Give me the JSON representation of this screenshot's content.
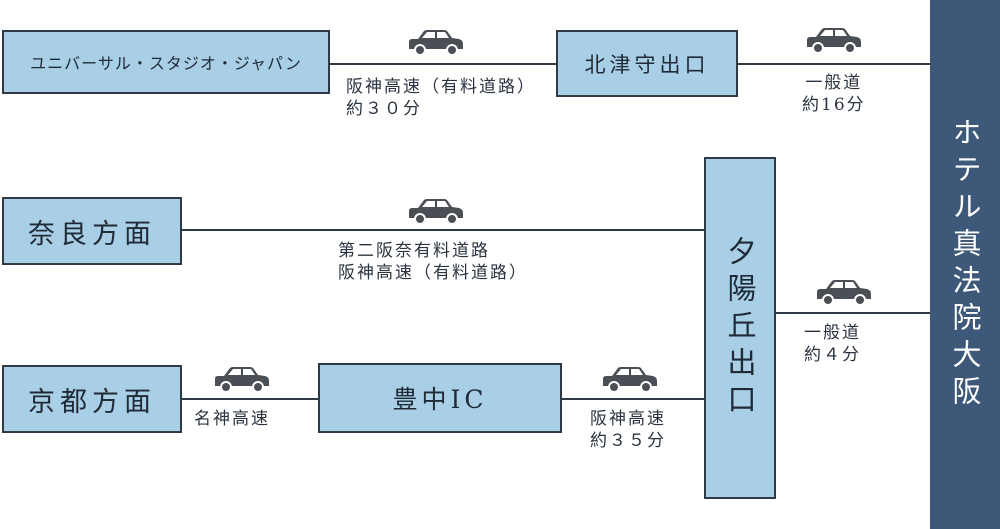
{
  "colors": {
    "box_fill": "#a9cfe6",
    "box_border": "#2f3a44",
    "hotel_fill": "#3d5878",
    "hotel_text": "#ffffff",
    "line": "#2f3a44",
    "car": "#4a4f56"
  },
  "icons": {
    "car": "car-icon"
  },
  "boxes": {
    "usj": "ユニバーサル・スタジオ・ジャパン",
    "kitatsumori": "北津守出口",
    "nara": "奈良方面",
    "kyoto": "京都方面",
    "toyonaka": "豊中IC",
    "yuhigaoka": "夕陽丘出口",
    "hotel": "ホテル真法院大阪"
  },
  "routes": {
    "usj_kitatsumori": {
      "line1": "阪神高速（有料道路）",
      "line2": "約３０分"
    },
    "kitatsumori_hotel": {
      "line1": "一般道",
      "line2": "約16分"
    },
    "nara_yuhigaoka": {
      "line1": "第二阪奈有料道路",
      "line2": "阪神高速（有料道路）"
    },
    "yuhigaoka_hotel": {
      "line1": "一般道",
      "line2": "約４分"
    },
    "kyoto_toyonaka": {
      "line1": "名神高速"
    },
    "toyonaka_yuhigaoka": {
      "line1": "阪神高速",
      "line2": "約３５分"
    }
  }
}
